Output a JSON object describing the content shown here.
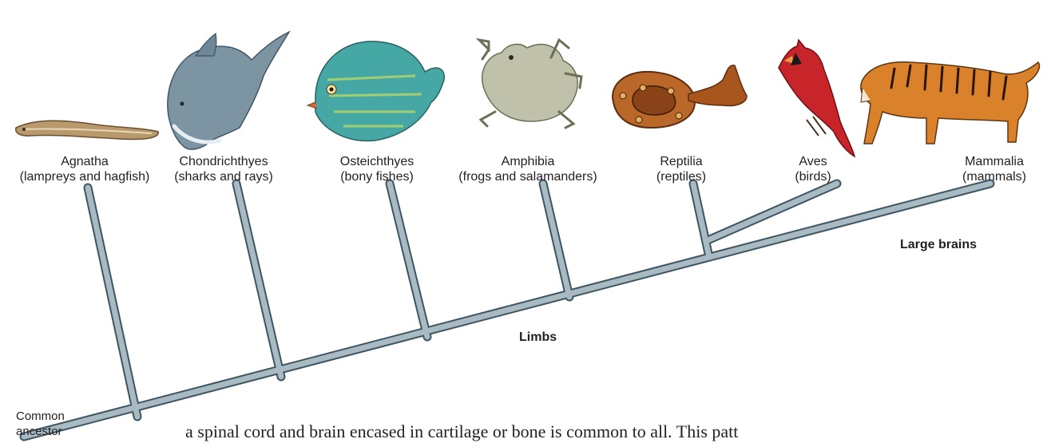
{
  "taxa": [
    {
      "name": "Agnatha",
      "common": "(lampreys and hagfish)",
      "icon": "lamprey-icon"
    },
    {
      "name": "Chondrichthyes",
      "common": "(sharks and rays)",
      "icon": "shark-icon"
    },
    {
      "name": "Osteichthyes",
      "common": "(bony fishes)",
      "icon": "bony-fish-icon"
    },
    {
      "name": "Amphibia",
      "common": "(frogs and salamanders)",
      "icon": "frog-icon"
    },
    {
      "name": "Reptilia",
      "common": "(reptiles)",
      "icon": "snake-icon"
    },
    {
      "name": "Aves",
      "common": "(birds)",
      "icon": "cardinal-bird-icon"
    },
    {
      "name": "Mammalia",
      "common": "(mammals)",
      "icon": "tiger-icon"
    }
  ],
  "traits": {
    "limbs": "Limbs",
    "large_brains": "Large brains"
  },
  "root_label": {
    "line1": "Common",
    "line2": "ancestor"
  },
  "body_text": "a spinal cord and brain encased in cartilage or bone is common to all. This patt",
  "colors": {
    "branch_fill": "#a9bac3",
    "branch_outline": "#3e5564",
    "text": "#231f20"
  }
}
